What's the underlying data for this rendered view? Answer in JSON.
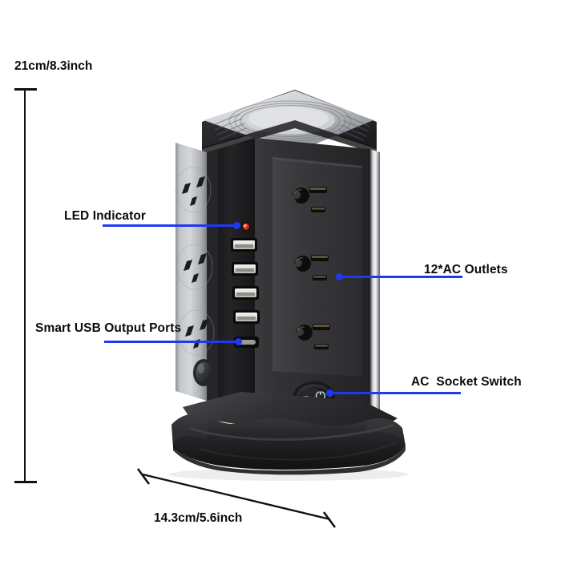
{
  "page": {
    "background_color": "#ffffff",
    "title": "Power Strip Tower Product Dimension Diagram"
  },
  "colors": {
    "leader_blue": "#2038f2",
    "dimension_black": "#111111",
    "label_text": "#0b0b0b",
    "led_red": "#e02b1a",
    "body_dark": "#2b2b2d",
    "body_panel_silver": "#b9bcc0",
    "base_black": "#1d1d1f"
  },
  "dimensions": {
    "height": {
      "label": "21cm/8.3inch",
      "orientation": "vertical",
      "cap_style": "t-bar"
    },
    "depth": {
      "label": "14.3cm/5.6inch",
      "orientation": "diagonal",
      "cap_style": "t-bar"
    }
  },
  "callouts": [
    {
      "id": "led-indicator",
      "label": "LED Indicator",
      "side": "left",
      "target": "red LED dot on USB panel"
    },
    {
      "id": "smart-usb-output-ports",
      "label": "Smart USB Output Ports",
      "side": "left",
      "target": "USB-C port at bottom of USB column"
    },
    {
      "id": "ac-outlets",
      "label": "12*AC Outlets",
      "side": "right",
      "target": "middle AC outlet on front face"
    },
    {
      "id": "ac-socket-switch",
      "label": "AC  Socket Switch",
      "side": "right",
      "target": "oval rocker power switch"
    }
  ],
  "product": {
    "name": "vertical power strip tower",
    "top_cap": "rounded glossy cap with concentric ridges and vent grooves",
    "front_face": {
      "outlet_count": 3,
      "outlet_type": "three-prong AC outlet"
    },
    "left_face": {
      "outlet_count": 3,
      "outlet_type": "universal angled-slot outlet",
      "finish": "silver"
    },
    "usb_column": {
      "usb_a_count": 4,
      "usb_c_count": 1,
      "led_count": 1
    },
    "switch": {
      "type": "oval rocker",
      "symbol": "power"
    },
    "base": {
      "shape": "wide scalloped pedestal",
      "finish": "matte black"
    }
  }
}
